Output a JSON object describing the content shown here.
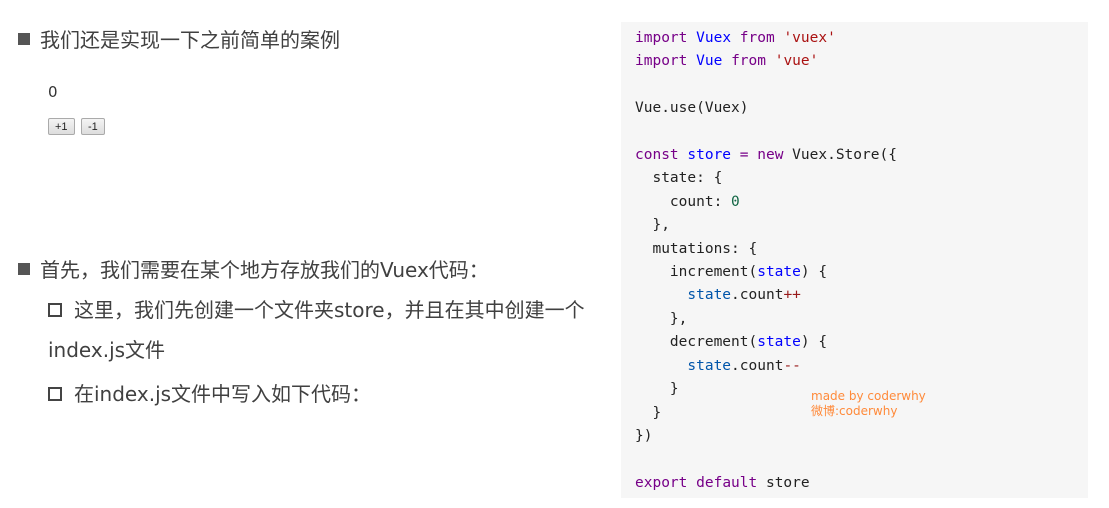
{
  "bullets": {
    "intro": "我们还是实现一下之前简单的案例",
    "first": "首先，我们需要在某个地方存放我们的Vuex代码：",
    "sub1": "这里，我们先创建一个文件夹store，并且在其中创建一个index.js文件",
    "sub2": "在index.js文件中写入如下代码："
  },
  "demo": {
    "count": "0",
    "inc_label": "+1",
    "dec_label": "-1"
  },
  "code": [
    [
      [
        "import",
        "kw"
      ],
      [
        " "
      ],
      [
        "Vuex",
        "def"
      ],
      [
        " "
      ],
      [
        "from",
        "kw"
      ],
      [
        " "
      ],
      [
        "'vuex'",
        "str"
      ]
    ],
    [
      [
        "import",
        "kw"
      ],
      [
        " "
      ],
      [
        "Vue",
        "def"
      ],
      [
        " "
      ],
      [
        "from",
        "kw"
      ],
      [
        " "
      ],
      [
        "'vue'",
        "str"
      ]
    ],
    [],
    [
      [
        "Vue.use(Vuex)"
      ]
    ],
    [],
    [
      [
        "const",
        "kw"
      ],
      [
        " "
      ],
      [
        "store",
        "def"
      ],
      [
        " "
      ],
      [
        "=",
        "kw"
      ],
      [
        " "
      ],
      [
        "new",
        "kw"
      ],
      [
        " Vuex.Store({"
      ]
    ],
    [
      [
        "  state: {"
      ]
    ],
    [
      [
        "    count: "
      ],
      [
        "0",
        "num"
      ]
    ],
    [
      [
        "  },"
      ]
    ],
    [
      [
        "  mutations: {"
      ]
    ],
    [
      [
        "    increment("
      ],
      [
        "state",
        "def"
      ],
      [
        ") {"
      ]
    ],
    [
      [
        "      "
      ],
      [
        "state",
        "v2"
      ],
      [
        ".count"
      ],
      [
        "++",
        "op"
      ]
    ],
    [
      [
        "    },"
      ]
    ],
    [
      [
        "    decrement("
      ],
      [
        "state",
        "def"
      ],
      [
        ") {"
      ]
    ],
    [
      [
        "      "
      ],
      [
        "state",
        "v2"
      ],
      [
        ".count"
      ],
      [
        "--",
        "op"
      ]
    ],
    [
      [
        "    }"
      ]
    ],
    [
      [
        "  }"
      ]
    ],
    [
      [
        "})"
      ]
    ],
    [],
    [
      [
        "export",
        "kw"
      ],
      [
        " "
      ],
      [
        "default",
        "kw"
      ],
      [
        " store"
      ]
    ]
  ],
  "watermark": {
    "line1": "made by coderwhy",
    "line2": "微博:coderwhy"
  }
}
